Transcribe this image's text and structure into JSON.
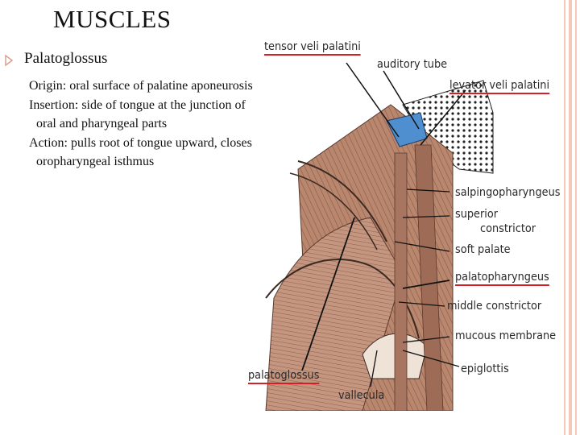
{
  "slide": {
    "title": "MUSCLES",
    "heading": "Palatoglossus",
    "points": [
      "Origin: oral surface of palatine aponeurosis",
      "Insertion: side of tongue at the junction of oral and pharyngeal parts",
      "Action: pulls root of tongue upward, closes oropharyngeal isthmus"
    ]
  },
  "figure": {
    "labels": [
      "tensor veli palatini",
      "auditory tube",
      "levator veli palatini",
      "salpingopharyngeus",
      "superior",
      "constrictor",
      "soft palate",
      "palatopharyngeus",
      "middle constrictor",
      "mucous membrane",
      "palatoglossus",
      "epiglottis",
      "vallecula"
    ]
  },
  "colors": {
    "highlight": "#d41f26",
    "muscle": "#b8846c",
    "tube": "#4f8fd0",
    "border": "#f4c9b8"
  }
}
